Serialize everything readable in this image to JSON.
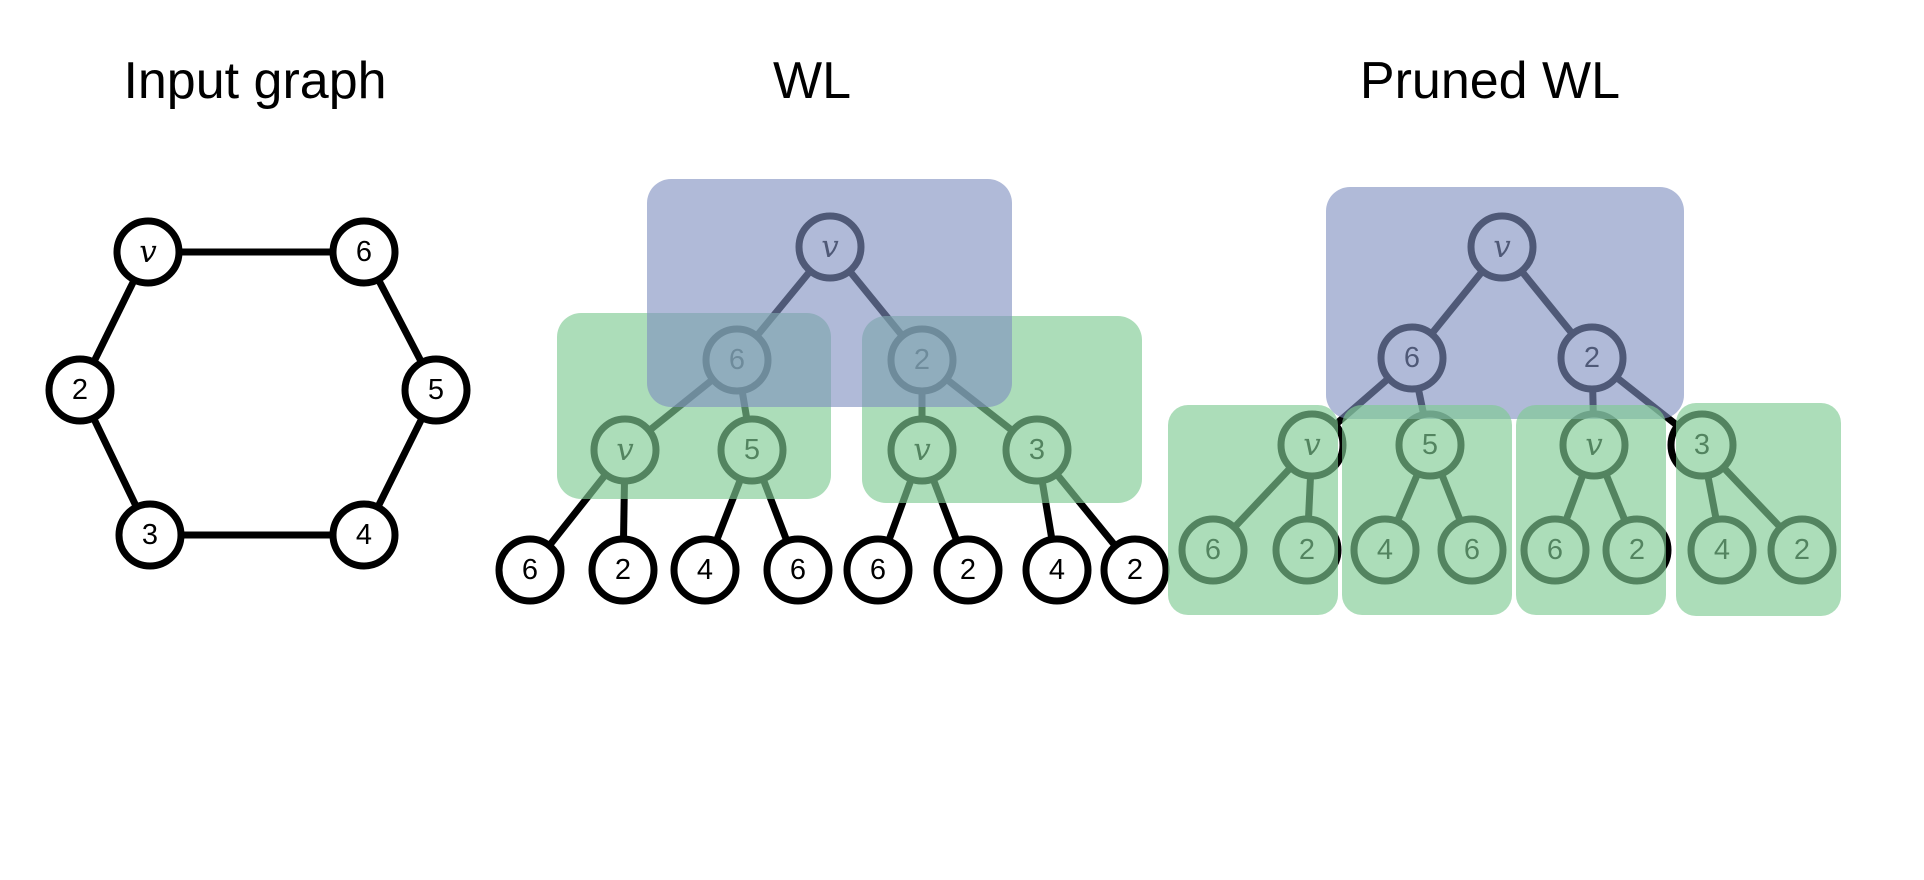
{
  "titles": {
    "input": "Input graph",
    "wl": "WL",
    "pruned": "Pruned WL"
  },
  "colors": {
    "edge": "#000000",
    "node_fill": "#ffffff",
    "blue_box": "#9aa8cc",
    "green_box": "#90d4a4",
    "node_in_blue": "#1a2548",
    "node_in_green": "#1d4a2a"
  },
  "input_graph": {
    "nodes": [
      "v",
      "6",
      "5",
      "4",
      "3",
      "2"
    ],
    "edges": [
      [
        "v",
        "6"
      ],
      [
        "6",
        "5"
      ],
      [
        "5",
        "4"
      ],
      [
        "4",
        "3"
      ],
      [
        "3",
        "2"
      ],
      [
        "2",
        "v"
      ]
    ]
  },
  "wl_tree": {
    "root": "v",
    "level1": [
      "6",
      "2"
    ],
    "level2": [
      "v",
      "5",
      "v",
      "3"
    ],
    "level3": [
      "6",
      "2",
      "4",
      "6",
      "6",
      "2",
      "4",
      "2"
    ]
  },
  "pruned_tree": {
    "root": "v",
    "level1": [
      "6",
      "2"
    ],
    "level2": [
      "v",
      "5",
      "v",
      "3"
    ],
    "level3": [
      "6",
      "2",
      "4",
      "6",
      "6",
      "2",
      "4",
      "2"
    ]
  }
}
